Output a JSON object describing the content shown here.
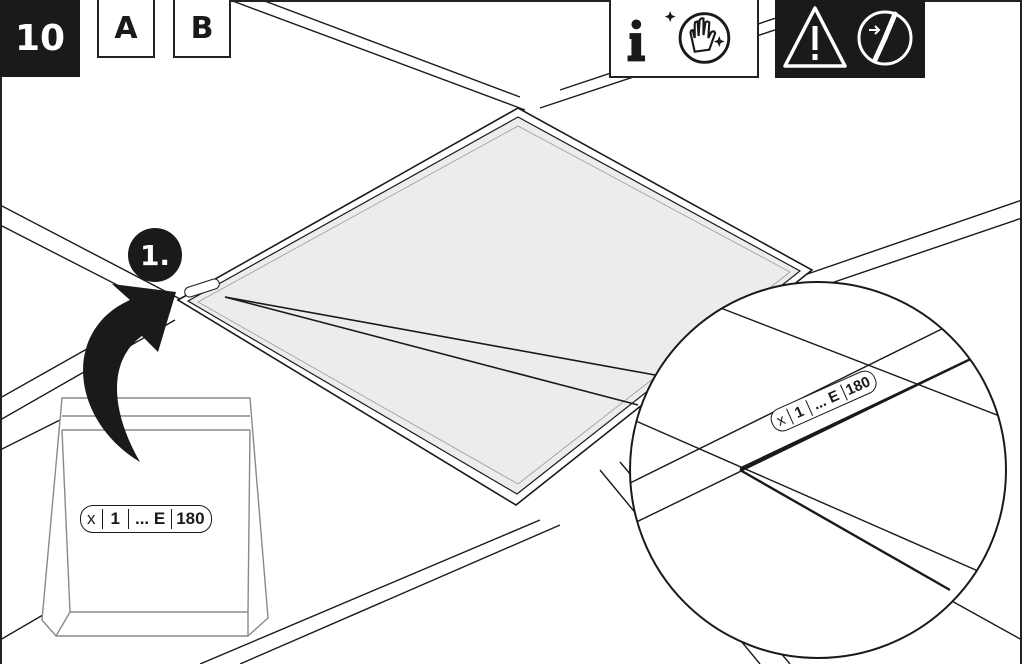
{
  "step": {
    "number": "10"
  },
  "tabs": [
    {
      "label": "A"
    },
    {
      "label": "B"
    }
  ],
  "info": {
    "icon": "info-icon",
    "gloves_icon": "clean-gloves-icon"
  },
  "warning": {
    "icon": "warning-triangle-icon",
    "power_icon": "power-switch-off-icon"
  },
  "callout": {
    "label": "1."
  },
  "labels": {
    "bag": {
      "x": "x",
      "one": "1",
      "dots": "... E",
      "number": "180"
    },
    "zoom": {
      "x": "x",
      "one": "1",
      "dots": "... E",
      "number": "180"
    }
  },
  "colors": {
    "panel_fill": "#ececec",
    "ink": "#1a1a1a",
    "bag_line": "#8a8a8a"
  }
}
